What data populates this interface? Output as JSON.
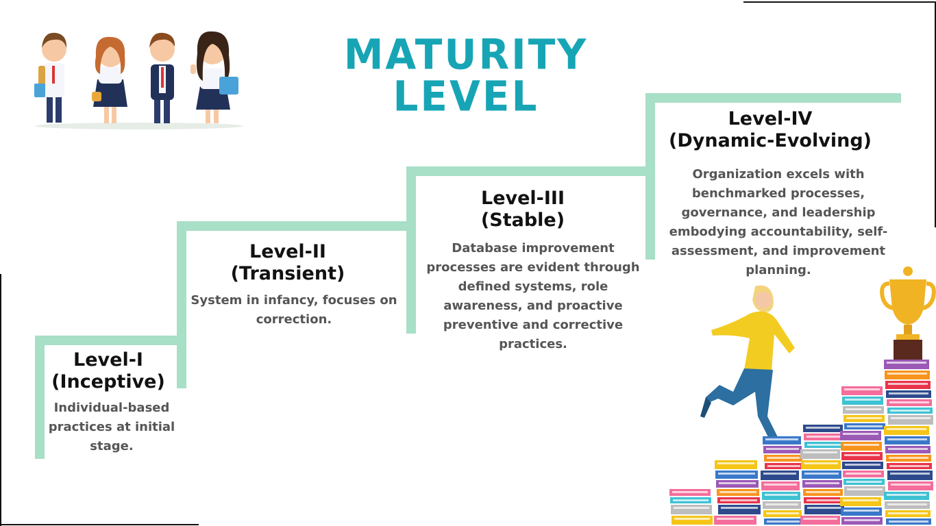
{
  "title": "MATURITY LEVEL",
  "colors": {
    "title": "#17a5b5",
    "step": "#a8dfc7",
    "heading": "#111111",
    "body": "#555555"
  },
  "levels": [
    {
      "name": "Level-I",
      "subtitle": "(Inceptive)",
      "description": "Individual-based practices at initial stage."
    },
    {
      "name": "Level-II",
      "subtitle": "(Transient)",
      "description": "System in infancy, focuses on correction."
    },
    {
      "name": "Level-III",
      "subtitle": "(Stable)",
      "description": "Database improvement processes are evident through defined systems, role awareness, and proactive preventive and corrective practices."
    },
    {
      "name": "Level-IV",
      "subtitle": "(Dynamic-Evolving)",
      "description": "Organization excels with benchmarked processes, governance, and leadership embodying accountability, self-assessment, and improvement planning."
    }
  ],
  "illustrations": [
    "students-illustration",
    "woman-climbing-books-illustration",
    "trophy-icon",
    "book-stacks-illustration"
  ]
}
